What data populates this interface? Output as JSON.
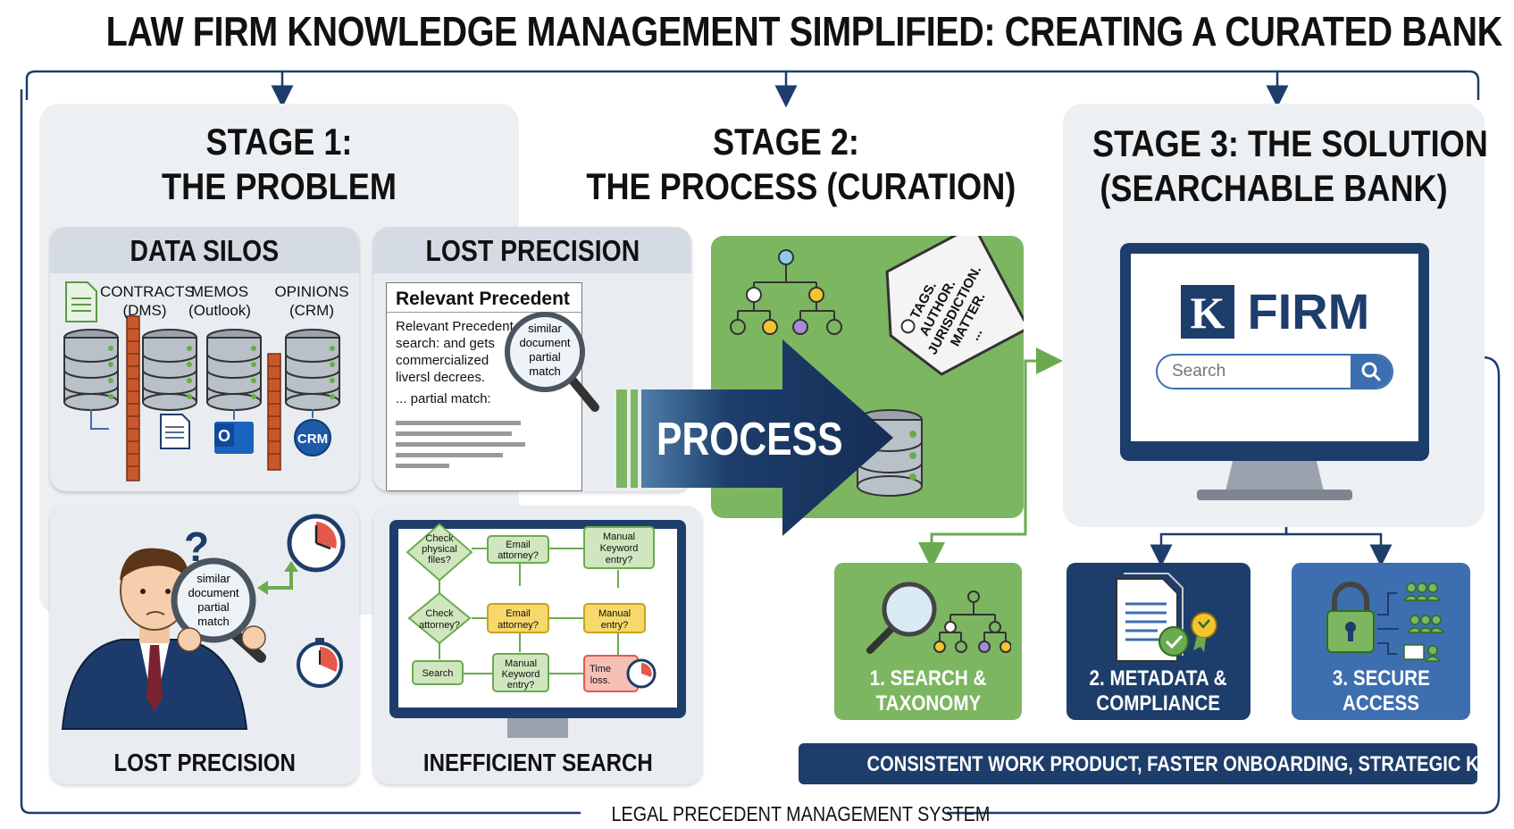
{
  "title": "LAW FIRM KNOWLEDGE MANAGEMENT SIMPLIFIED: CREATING A CURATED BANK",
  "stage1": {
    "title_line1": "STAGE 1:",
    "title_line2": "THE PROBLEM",
    "data_silos": {
      "header": "DATA SILOS",
      "sources": [
        {
          "name": "CONTRACTS",
          "system": "(DMS)"
        },
        {
          "name": "MEMOS",
          "system": "(Outlook)"
        },
        {
          "name": "OPINIONS",
          "system": "(CRM)"
        }
      ],
      "crm_badge": "CRM"
    },
    "lost_precision_doc": {
      "header": "LOST PRECISION",
      "doc_title": "Relevant Precedent",
      "doc_lines": [
        "Relevant Precedent",
        "search: and gets",
        "commercialized",
        "liversl decrees.",
        "... partial match:"
      ],
      "lens_text": [
        "similar",
        "document",
        "partial",
        "match"
      ]
    },
    "lost_precision_person": {
      "footer": "LOST PRECISION",
      "lens_text": [
        "similar",
        "document",
        "partial",
        "match"
      ]
    },
    "inefficient_search": {
      "footer": "INEFFICIENT SEARCH",
      "nodes": [
        {
          "text": [
            "Check",
            "physical",
            "files?"
          ]
        },
        {
          "text": [
            "Email",
            "attorney?"
          ]
        },
        {
          "text": [
            "Manual",
            "Keyword",
            "entry?"
          ]
        },
        {
          "text": [
            "Check",
            "attorney?"
          ]
        },
        {
          "text": [
            "Email",
            "attorney?"
          ]
        },
        {
          "text": [
            "Manual",
            "entry?"
          ]
        },
        {
          "text": [
            "Search"
          ]
        },
        {
          "text": [
            "Manual",
            "Keyword",
            "entry?"
          ]
        },
        {
          "text": [
            "Time",
            "loss."
          ]
        }
      ]
    }
  },
  "stage2": {
    "title_line1": "STAGE 2:",
    "title_line2": "THE PROCESS (CURATION)",
    "arrow_label": "PROCESS",
    "tag_lines": [
      "TAGS.",
      "AUTHOR.",
      "JURISDICTION.",
      "MATTER.",
      "..."
    ]
  },
  "stage3": {
    "title_line1": "STAGE 3: THE SOLUTION",
    "title_line2": "(SEARCHABLE BANK)",
    "logo_letter": "K",
    "logo_text": "FIRM",
    "search_placeholder": "Search",
    "features": [
      {
        "line1": "1. SEARCH &",
        "line2": "TAXONOMY"
      },
      {
        "line1": "2. METADATA &",
        "line2": "COMPLIANCE"
      },
      {
        "line1": "3. SECURE",
        "line2": "ACCESS"
      }
    ],
    "benefits": "CONSISTENT WORK PRODUCT, FASTER ONBOARDING, STRATEGIC KNOWLEDGE"
  },
  "footer_label": "LEGAL PRECEDENT MANAGEMENT SYSTEM",
  "colors": {
    "navy": "#1d3d6b",
    "blue": "#3d6eaf",
    "green": "#7cb661",
    "light_green": "#8fc874",
    "panel_gray": "#edf0f3",
    "brick": "#c8582c"
  }
}
